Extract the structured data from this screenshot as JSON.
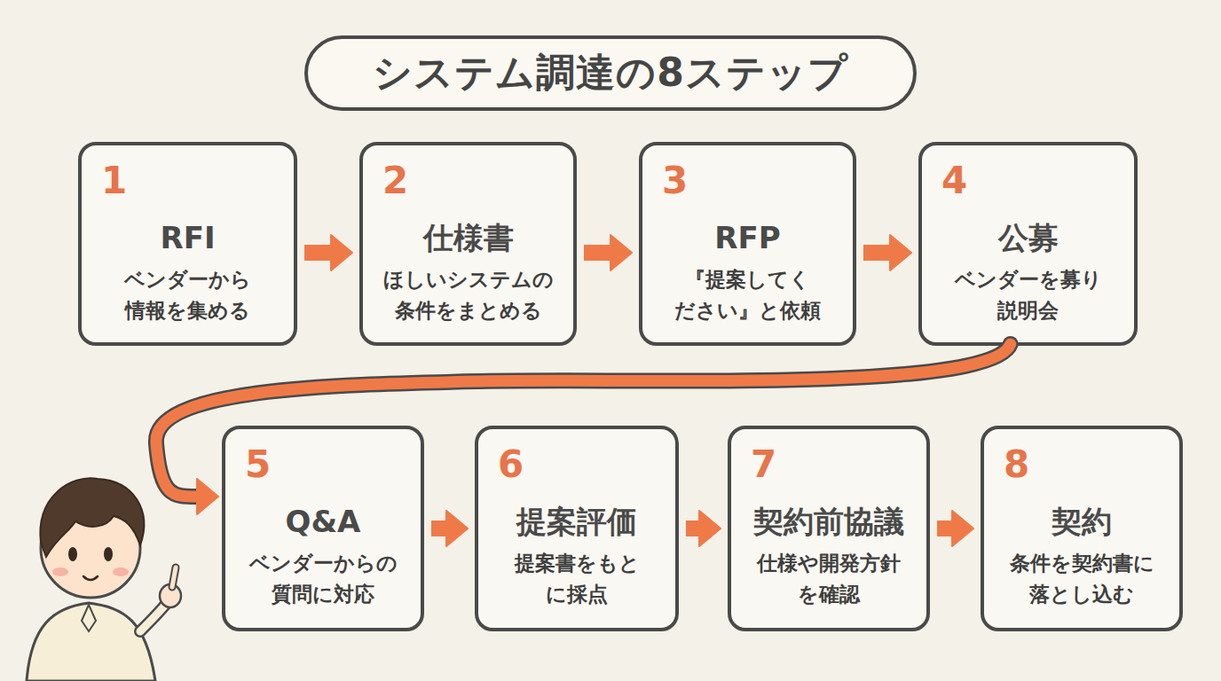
{
  "diagram": {
    "title": "システム調達の8ステップ",
    "nodes": [
      {
        "text": [
          "1",
          "RFI",
          "ベンダーから 情報を集める"
        ]
      },
      {
        "text": [
          "2",
          "仕様書",
          "ほしいシステムの 条件をまとめる"
        ]
      },
      {
        "text": [
          "3",
          "RFP",
          "『提案してく ださい』と依頼"
        ]
      },
      {
        "text": [
          "4",
          "公募",
          "ベンダーを募り 説明会"
        ]
      },
      {
        "text": [
          "5",
          "Q&A",
          "ベンダーからの 質問に対応"
        ]
      },
      {
        "text": [
          "6",
          "提案評価",
          "提案書をもと に採点"
        ]
      },
      {
        "text": [
          "7",
          "契約前協議",
          "仕様や開発方針 を確認"
        ]
      },
      {
        "text": [
          "8",
          "契約",
          "条件を契約書に 落とし込む"
        ]
      }
    ],
    "edges": [
      {
        "from": 0,
        "to": 1,
        "arrow": "to"
      },
      {
        "from": 1,
        "to": 2,
        "arrow": "to"
      },
      {
        "from": 2,
        "to": 3,
        "arrow": "to"
      },
      {
        "from": 3,
        "to": 4,
        "arrow": "to"
      },
      {
        "from": 4,
        "to": 5,
        "arrow": "to"
      },
      {
        "from": 5,
        "to": 6,
        "arrow": "to"
      },
      {
        "from": 6,
        "to": 7,
        "arrow": "to"
      }
    ]
  }
}
